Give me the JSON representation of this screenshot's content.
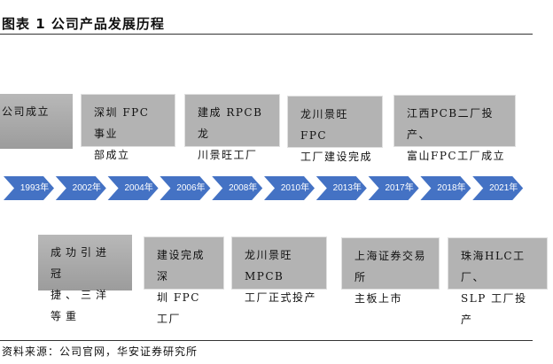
{
  "title": "图表 1 公司产品发展历程",
  "source": "资料来源：公司官网，华安证券研究所",
  "colors": {
    "chevron": "#4472c4",
    "box": "#b3b3b3",
    "title_rule": "#333333"
  },
  "timeline": {
    "years": [
      "1993年",
      "2002年",
      "2004年",
      "2006年",
      "2008年",
      "2010年",
      "2013年",
      "2017年",
      "2018年",
      "2021年"
    ]
  },
  "top_events": [
    {
      "year": "1993年",
      "line1": "公司成立",
      "line2": ""
    },
    {
      "year": "2004年",
      "line1": "深圳 FPC 事业",
      "line2": "部成立"
    },
    {
      "year": "2008年",
      "line1": "建成 RPCB 龙",
      "line2": "川景旺工厂"
    },
    {
      "year": "2013年",
      "line1": "龙川景旺 FPC",
      "line2": "工厂建设完成"
    },
    {
      "year": "2018年",
      "line1": "江西PCB二厂投产、",
      "line2": "富山FPC工厂成立"
    }
  ],
  "bottom_events": [
    {
      "year": "2002年",
      "line1": "成功引进冠",
      "line2": "捷、三洋等重"
    },
    {
      "year": "2006年",
      "line1": "建设完成深",
      "line2": "圳 FPC 工厂"
    },
    {
      "year": "2010年",
      "line1": "龙川景旺 MPCB",
      "line2": "工厂正式投产"
    },
    {
      "year": "2017年",
      "line1": "上海证券交易所",
      "line2": "主板上市"
    },
    {
      "year": "2021年",
      "line1": "珠海HLC工厂、",
      "line2": "SLP 工厂投产"
    }
  ]
}
